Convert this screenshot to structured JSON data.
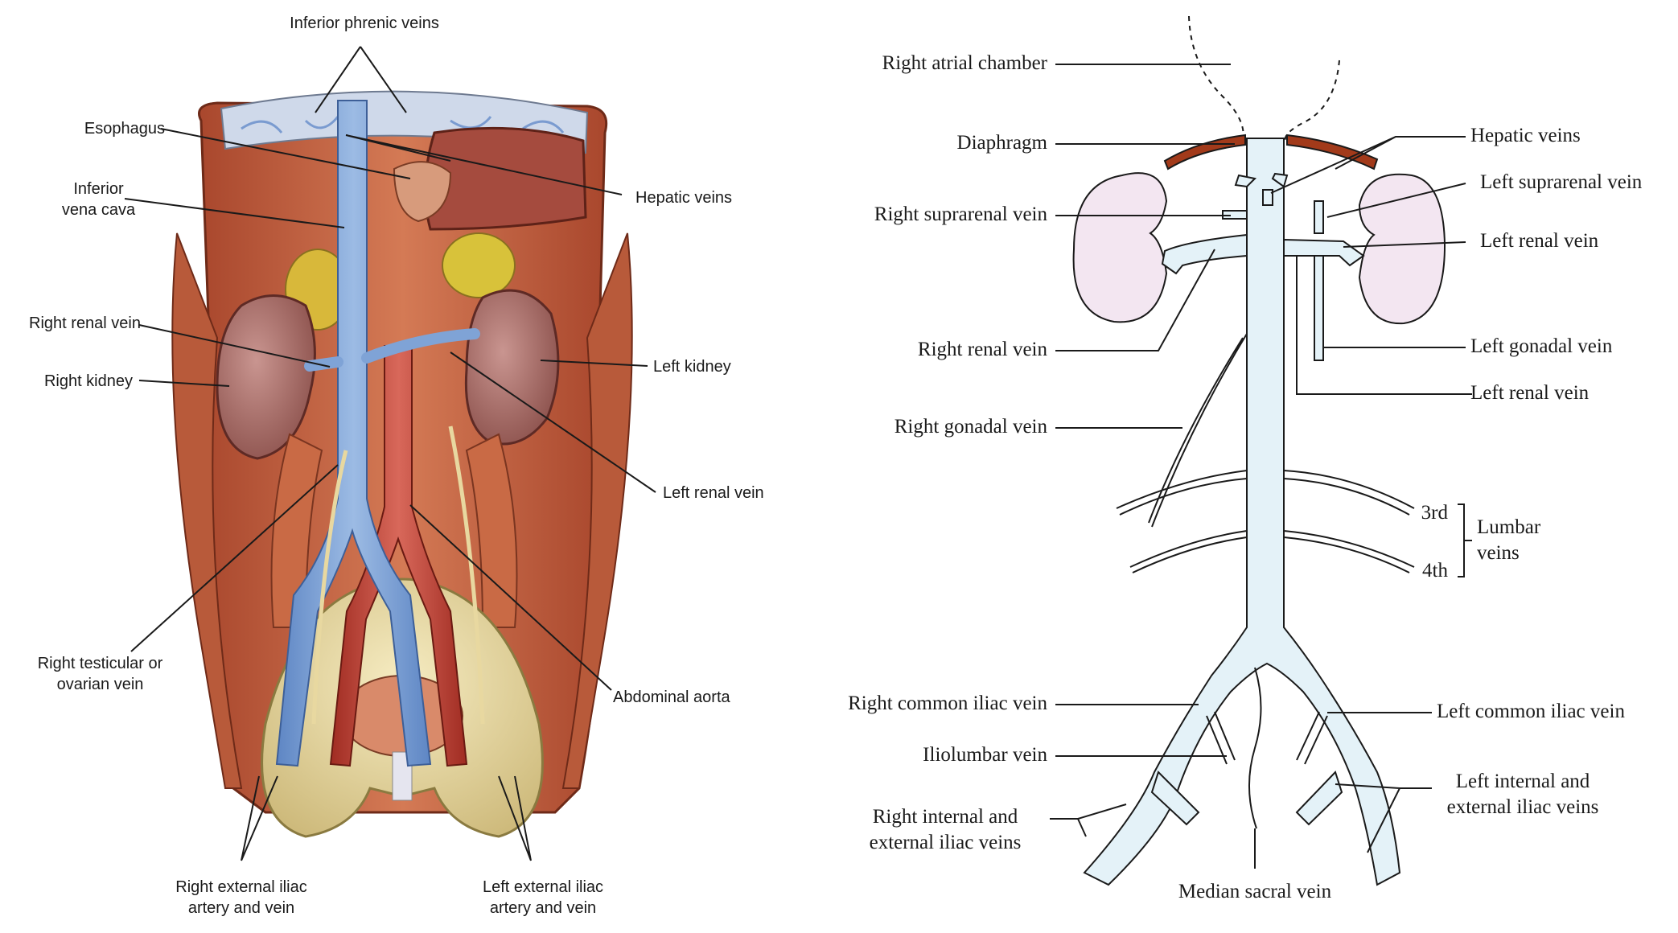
{
  "left_panel": {
    "labels": {
      "inferior_phrenic_veins": "Inferior phrenic veins",
      "esophagus": "Esophagus",
      "inferior_vena_cava": "Inferior\nvena cava",
      "hepatic_veins": "Hepatic veins",
      "right_renal_vein": "Right renal vein",
      "right_kidney": "Right kidney",
      "left_kidney": "Left kidney",
      "left_renal_vein": "Left renal vein",
      "right_testicular_or_ovarian_vein": "Right testicular or\novarian vein",
      "abdominal_aorta": "Abdominal aorta",
      "right_external_iliac": "Right external iliac\nartery and vein",
      "left_external_iliac": "Left external iliac\nartery and vein"
    }
  },
  "right_panel": {
    "labels": {
      "right_atrial_chamber": "Right atrial chamber",
      "diaphragm": "Diaphragm",
      "right_suprarenal_vein": "Right suprarenal vein",
      "right_renal_vein": "Right renal vein",
      "right_gonadal_vein": "Right gonadal vein",
      "hepatic_veins": "Hepatic veins",
      "left_suprarenal_vein": "Left suprarenal vein",
      "left_renal_vein_upper": "Left renal vein",
      "left_gonadal_vein": "Left gonadal vein",
      "left_renal_vein_lower": "Left renal vein",
      "lumbar_3rd": "3rd",
      "lumbar_4th": "4th",
      "lumbar_veins": "Lumbar\nveins",
      "right_common_iliac_vein": "Right common iliac vein",
      "iliolumbar_vein": "Iliolumbar vein",
      "right_internal_external_iliac": "Right internal and\nexternal iliac veins",
      "left_common_iliac_vein": "Left common iliac vein",
      "left_internal_external_iliac": "Left internal and\nexternal iliac veins",
      "median_sacral_vein": "Median sacral vein"
    }
  },
  "colors": {
    "vein_blue": "#7fa3d6",
    "artery_red": "#b83a2e",
    "muscle": "#c2603e",
    "kidney": "#a0645e",
    "bone": "#e8d9a0",
    "schematic_vein_fill": "#e4f2f8",
    "schematic_kidney_fill": "#f3e6f1",
    "leader_line": "#1a1a1a"
  }
}
